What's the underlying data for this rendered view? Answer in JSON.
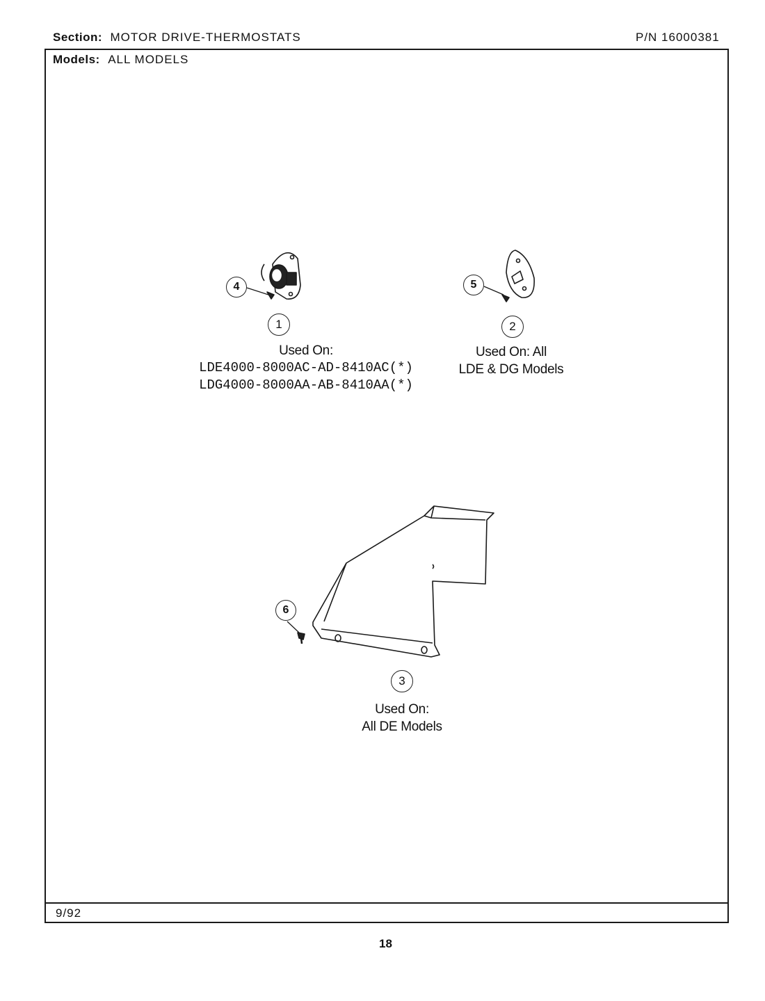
{
  "header": {
    "section_label": "Section:",
    "section_value": "MOTOR DRIVE-THERMOSTATS",
    "pn": "P/N 16000381",
    "models_label": "Models:",
    "models_value": "ALL MODELS"
  },
  "parts": [
    {
      "number": "1",
      "caption": [
        "Used On:",
        "LDE4000-8000AC-AD-8410AC(*)",
        "LDG4000-8000AA-AB-8410AA(*)"
      ]
    },
    {
      "number": "2",
      "caption": [
        "Used On: All",
        "LDE & DG Models"
      ]
    },
    {
      "number": "3",
      "caption": [
        "Used On:",
        "All DE Models"
      ]
    },
    {
      "number": "4"
    },
    {
      "number": "5"
    },
    {
      "number": "6"
    }
  ],
  "footer": {
    "date": "9/92",
    "page": "18"
  }
}
